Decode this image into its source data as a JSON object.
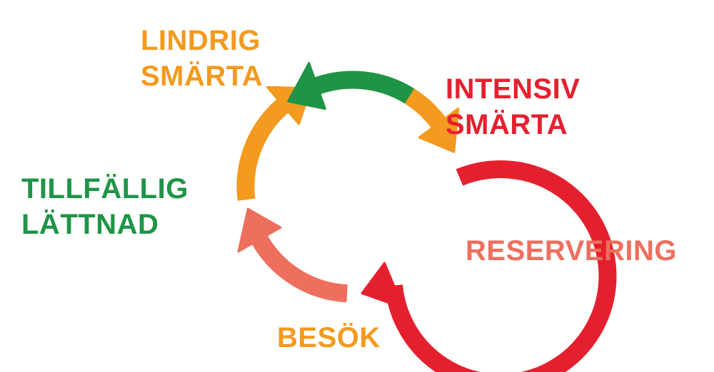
{
  "stages": [
    {
      "id": "lindrig",
      "lines": [
        "LINDRIG",
        "SMÄRTA"
      ],
      "color": "#F39A1F",
      "arc": {
        "from_deg": 243,
        "to_deg": 341
      }
    },
    {
      "id": "intensiv",
      "lines": [
        "INTENSIV",
        "SMÄRTA"
      ],
      "color": "#E5202E",
      "arc": {
        "from_deg": 355,
        "to_deg": 85
      }
    },
    {
      "id": "reservering",
      "lines": [
        "RESERVERING"
      ],
      "color": "#EE6F5E",
      "arc": {
        "from_deg": 93,
        "to_deg": 168
      }
    },
    {
      "id": "besok",
      "lines": [
        "BESÖK"
      ],
      "color": "#F39A1F",
      "arc": {
        "from_deg": 173,
        "to_deg": 247
      }
    },
    {
      "id": "tillfallig",
      "lines": [
        "TILLFÄLLIG",
        "LÄTTNAD"
      ],
      "color": "#1E9447",
      "arc": {
        "from_deg": 302,
        "to_deg": 233
      }
    }
  ]
}
